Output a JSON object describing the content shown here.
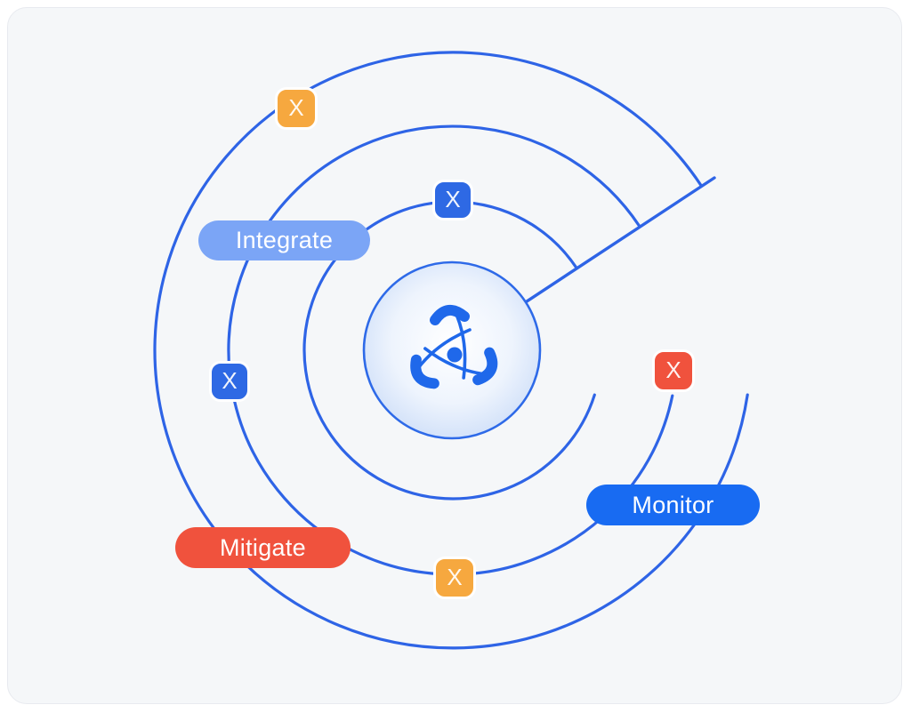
{
  "diagram": {
    "kind": "orbital-process-diagram",
    "colors": {
      "panel_background": "#f5f7f9",
      "orbit_stroke": "#2e64e6",
      "core_border": "#2e6ae8",
      "core_gradient_edge": "#c9dbf8",
      "logo_blue": "#1f68ea",
      "label_integrate": "#7ba5f6",
      "label_mitigate": "#f0523d",
      "label_monitor": "#186bf2",
      "marker_orange": "#f6a83f",
      "marker_blue": "#2e69e4",
      "marker_red": "#f0523d"
    },
    "center": {
      "logo": "atom-logo"
    },
    "labels": [
      {
        "text": "Integrate",
        "color": "#7ba5f6"
      },
      {
        "text": "Mitigate",
        "color": "#f0523d"
      },
      {
        "text": "Monitor",
        "color": "#186bf2"
      }
    ],
    "markers": [
      {
        "symbol": "X",
        "color": "#f6a83f"
      },
      {
        "symbol": "X",
        "color": "#2e69e4"
      },
      {
        "symbol": "X",
        "color": "#2e69e4"
      },
      {
        "symbol": "X",
        "color": "#f0523d"
      },
      {
        "symbol": "X",
        "color": "#f6a83f"
      }
    ]
  }
}
